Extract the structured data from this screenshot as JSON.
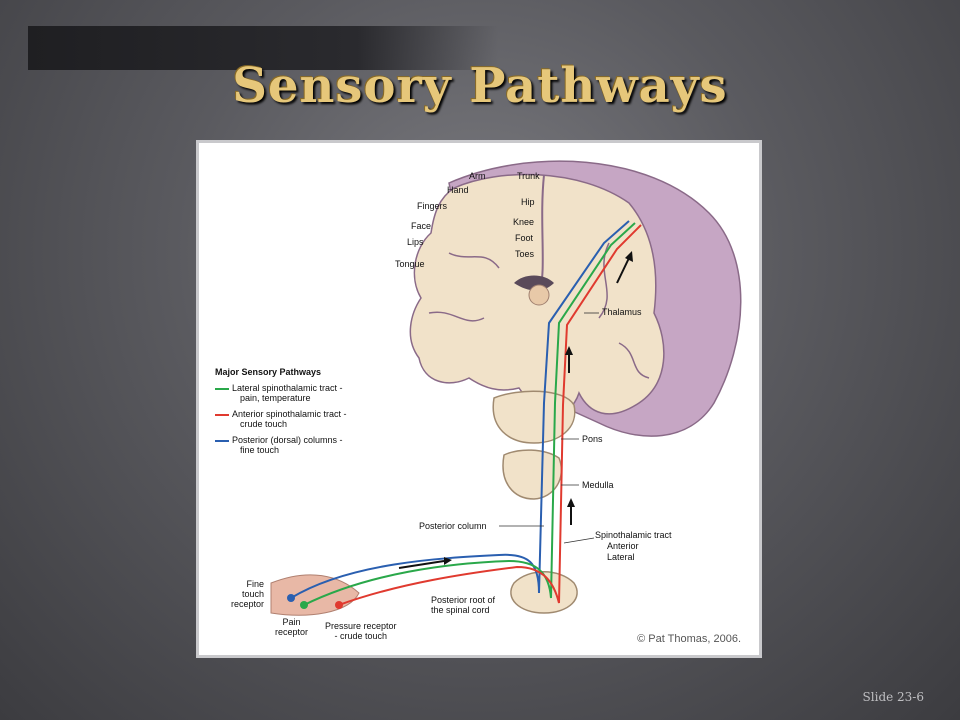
{
  "slide": {
    "title": "Sensory Pathways",
    "slide_number": "Slide 23-6"
  },
  "figure": {
    "homunculus_labels": [
      "Arm",
      "Trunk",
      "Hand",
      "Hip",
      "Fingers",
      "Knee",
      "Face",
      "Foot",
      "Lips",
      "Toes",
      "Tongue"
    ],
    "structure_labels": {
      "thalamus": "Thalamus",
      "pons": "Pons",
      "medulla": "Medulla",
      "posterior_column": "Posterior column",
      "spinothalamic_tract": "Spinothalamic tract",
      "anterior": "Anterior",
      "lateral": "Lateral",
      "posterior_root": "Posterior root of\nthe spinal cord",
      "fine_touch_receptor": "Fine\ntouch\nreceptor",
      "pain_receptor": "Pain\nreceptor",
      "pressure_receptor": "Pressure receptor\n- crude touch"
    },
    "legend": {
      "title": "Major Sensory Pathways",
      "items": [
        {
          "line1": "Lateral spinothalamic tract -",
          "line2": "pain, temperature",
          "color": "#2aa84a"
        },
        {
          "line1": "Anterior spinothalamic tract -",
          "line2": "crude touch",
          "color": "#e03a2f"
        },
        {
          "line1": "Posterior (dorsal) columns -",
          "line2": "fine touch",
          "color": "#2a5fb0"
        }
      ]
    },
    "copyright": "© Pat Thomas, 2006."
  }
}
